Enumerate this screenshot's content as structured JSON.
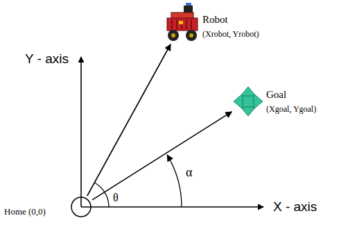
{
  "diagram": {
    "nodes": [
      {
        "text": [
          "Home (0,0)"
        ]
      },
      {
        "text": [
          "Robot",
          "(Xrobot, Yrobot)"
        ]
      },
      {
        "text": [
          "Goal",
          "(Xgoal, Ygoal)"
        ]
      }
    ],
    "edges": [
      {
        "from": 0,
        "to": 1,
        "arrow": "to"
      },
      {
        "from": 0,
        "to": 2,
        "arrow": "to"
      }
    ],
    "labels": [
      "Y - axis",
      "X - axis",
      "θ",
      "α"
    ]
  }
}
